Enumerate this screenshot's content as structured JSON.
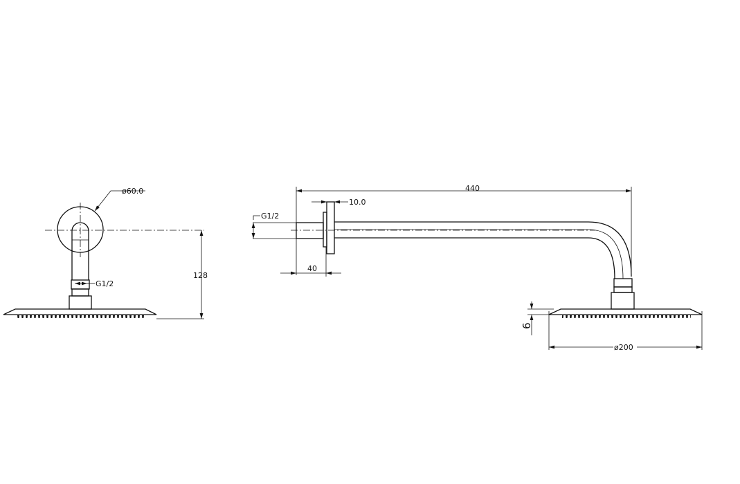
{
  "drawing": {
    "side_view": {
      "flange_diameter": "ø60.0",
      "thread": "G1/2",
      "height": "128"
    },
    "front_view": {
      "thread": "G1/2",
      "flange_thickness": "10.0",
      "arm_length": "440",
      "stub_length": "40",
      "plate_thickness": "6",
      "head_diameter": "ø200"
    }
  }
}
